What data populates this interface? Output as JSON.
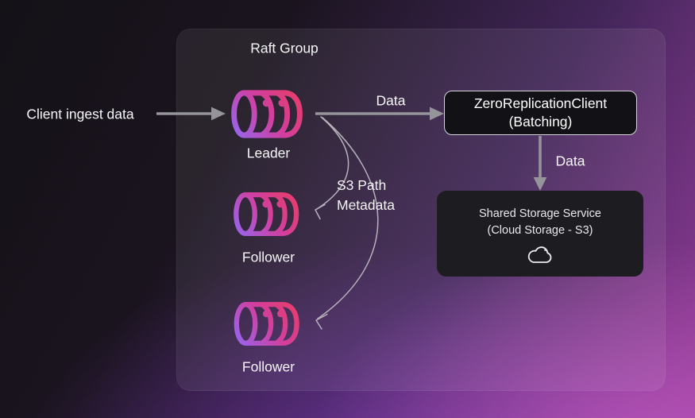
{
  "diagram": {
    "group": {
      "title": "Raft Group"
    },
    "external": {
      "client_label": "Client ingest data"
    },
    "nodes": {
      "leader": {
        "label": "Leader",
        "icon": "database-icon"
      },
      "follower_1": {
        "label": "Follower",
        "icon": "database-icon"
      },
      "follower_2": {
        "label": "Follower",
        "icon": "database-icon"
      },
      "zero_replication_client": {
        "title_line1": "ZeroReplicationClient",
        "title_line2": "(Batching)"
      },
      "shared_storage_service": {
        "title_line1": "Shared Storage Service",
        "title_line2": "(Cloud Storage - S3)",
        "icon": "cloud-icon"
      }
    },
    "edges": {
      "leader_to_replication_client": {
        "label": "Data"
      },
      "replication_client_to_storage": {
        "label": "Data"
      },
      "leader_to_followers": {
        "label_line1": "S3 Path",
        "label_line2": "Metadata"
      }
    }
  },
  "colors": {
    "arrow_gray": "#94949a",
    "curve_gray": "#b6b1bb",
    "icon_gradient_start": "#9467f2",
    "icon_gradient_mid": "#d23f9f",
    "icon_gradient_end": "#ea3c62",
    "box_border": "#d5d5d9",
    "box_bg": "#121116",
    "storage_bg": "#1d1c21",
    "card_bg": "rgba(255,255,255,0.07)",
    "text_primary": "#f7f7f8",
    "text_secondary": "#e9e9ec",
    "cloud_stroke": "#ebebee"
  }
}
